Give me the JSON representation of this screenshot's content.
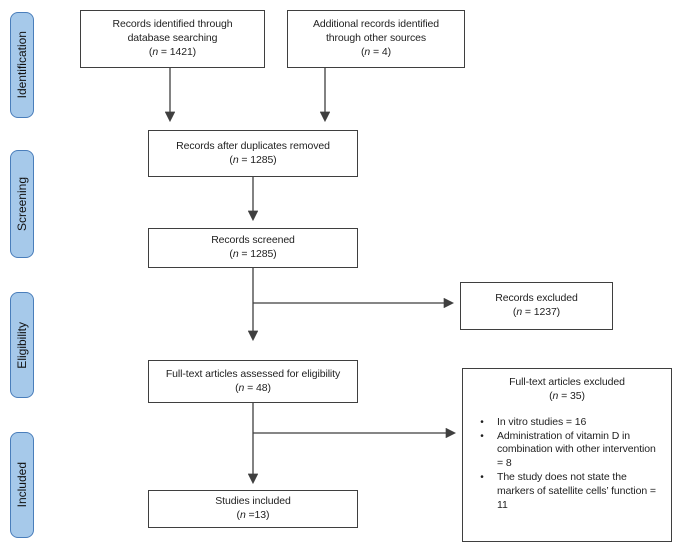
{
  "palette": {
    "sidebar_fill": "#a6c9ea",
    "sidebar_border": "#4a7ebb",
    "box_border": "#3f3f3f",
    "arrow": "#3f3f3f",
    "text": "#1f1f1f"
  },
  "sidebar": {
    "stages": [
      {
        "id": "identification",
        "label": "Identification"
      },
      {
        "id": "screening",
        "label": "Screening"
      },
      {
        "id": "eligibility",
        "label": "Eligibility"
      },
      {
        "id": "included",
        "label": "Included"
      }
    ]
  },
  "boxes": {
    "db_search": {
      "line1": "Records identified through",
      "line2": "database searching",
      "count": "(n = 1421)"
    },
    "other_sources": {
      "line1": "Additional records identified",
      "line2": "through other sources",
      "count": "(n = 4)"
    },
    "dedup": {
      "line1": "Records after duplicates removed",
      "count": "(n = 1285)"
    },
    "screened": {
      "line1": "Records screened",
      "count": "(n = 1285)"
    },
    "records_excluded": {
      "line1": "Records excluded",
      "count": "(n = 1237)"
    },
    "fulltext_assessed": {
      "line1": "Full-text articles assessed for eligibility",
      "count": "(n = 48)"
    },
    "fulltext_excluded": {
      "title": "Full-text articles excluded",
      "count": "(n = 35)",
      "bullets": [
        "In vitro studies = 16",
        "Administration of vitamin D in combination with other intervention = 8",
        "The study does not state the markers of satellite cells’ function = 11"
      ]
    },
    "studies_included": {
      "line1": "Studies included",
      "count": "(n =13)"
    }
  }
}
